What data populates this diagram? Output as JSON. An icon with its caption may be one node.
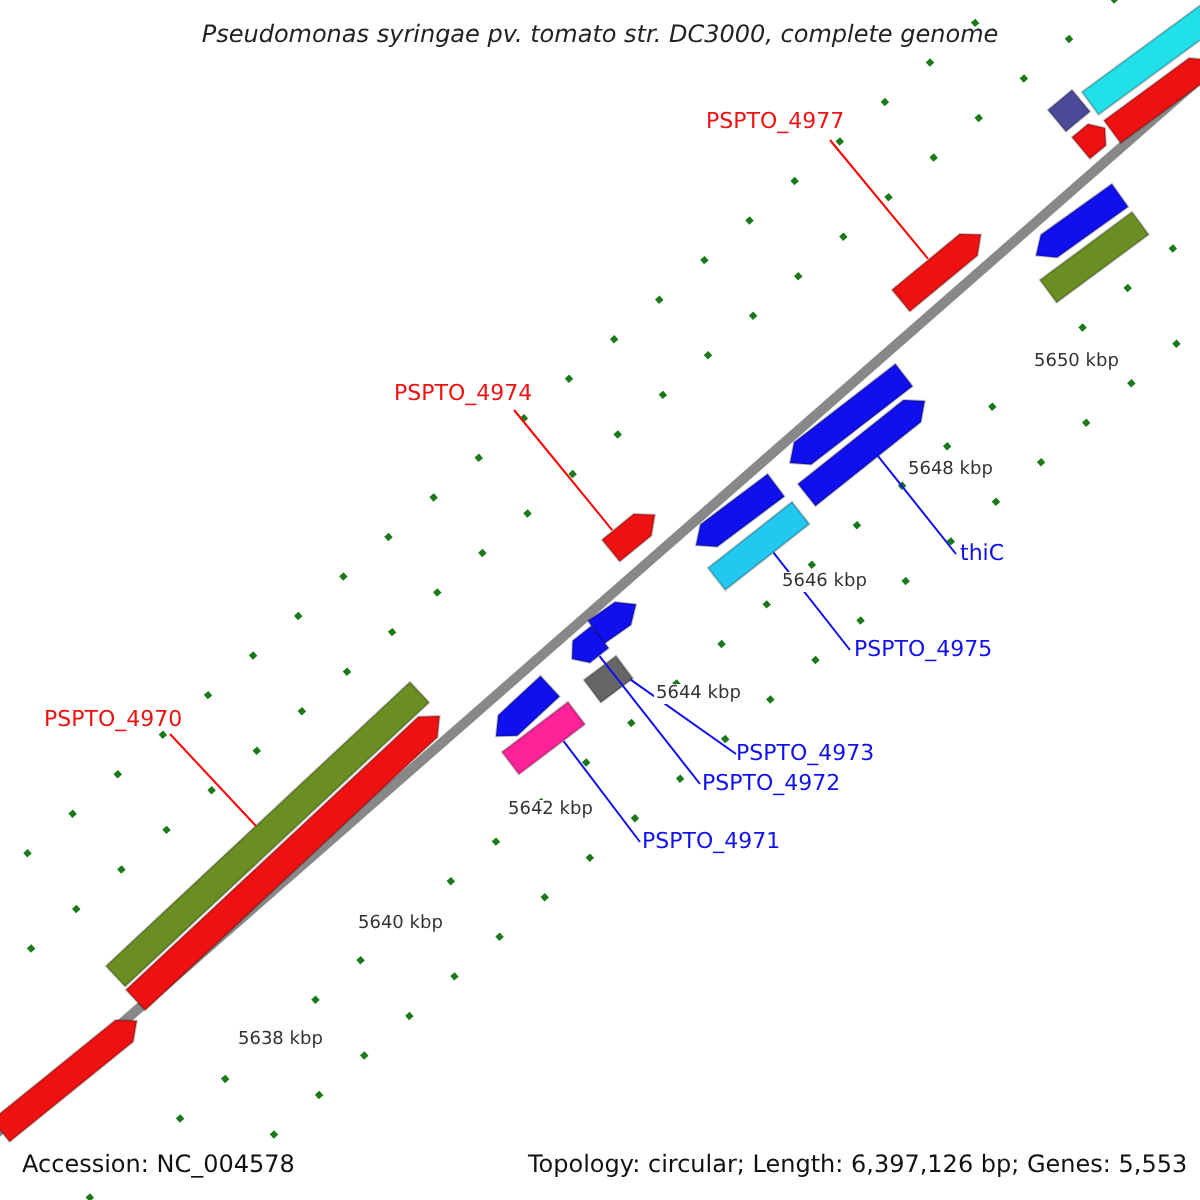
{
  "diagram": {
    "title": "Pseudomonas syringae pv. tomato str. DC3000, complete genome",
    "nodes": [
      {
        "text": [
          "PSPTO_4977"
        ]
      },
      {
        "text": [],
        "shape": "bar"
      },
      {
        "text": [
          "PSPTO_4974"
        ]
      },
      {
        "text": [],
        "shape": "bar"
      },
      {
        "text": [
          "PSPTO_4970"
        ]
      },
      {
        "text": [],
        "shape": "bar"
      },
      {
        "text": [
          "thiC"
        ]
      },
      {
        "text": [],
        "shape": "bar"
      },
      {
        "text": [
          "PSPTO_4975"
        ]
      },
      {
        "text": [],
        "shape": "bar"
      },
      {
        "text": [
          "PSPTO_4973"
        ]
      },
      {
        "text": [],
        "shape": "bar"
      },
      {
        "text": [
          "PSPTO_4972"
        ]
      },
      {
        "text": [],
        "shape": "bar"
      },
      {
        "text": [
          "PSPTO_4971"
        ]
      },
      {
        "text": [],
        "shape": "bar"
      }
    ],
    "edges": [
      {
        "from": 0,
        "to": 1,
        "arrow": "none",
        "color": "#ff0000"
      },
      {
        "from": 2,
        "to": 3,
        "arrow": "none",
        "color": "#ff0000"
      },
      {
        "from": 4,
        "to": 5,
        "arrow": "none",
        "color": "#ff0000"
      },
      {
        "from": 6,
        "to": 7,
        "arrow": "none"
      },
      {
        "from": 8,
        "to": 9,
        "arrow": "none"
      },
      {
        "from": 10,
        "to": 11,
        "arrow": "none"
      },
      {
        "from": 12,
        "to": 13,
        "arrow": "none"
      },
      {
        "from": 14,
        "to": 15,
        "arrow": "none"
      }
    ],
    "labels": [
      "5650 kbp",
      "5648 kbp",
      "5646 kbp",
      "5644 kbp",
      "5642 kbp",
      "5640 kbp",
      "5638 kbp",
      "Accession: NC_004578",
      "Topology: circular; Length: 6,397,126 bp; Genes: 5,553"
    ]
  }
}
